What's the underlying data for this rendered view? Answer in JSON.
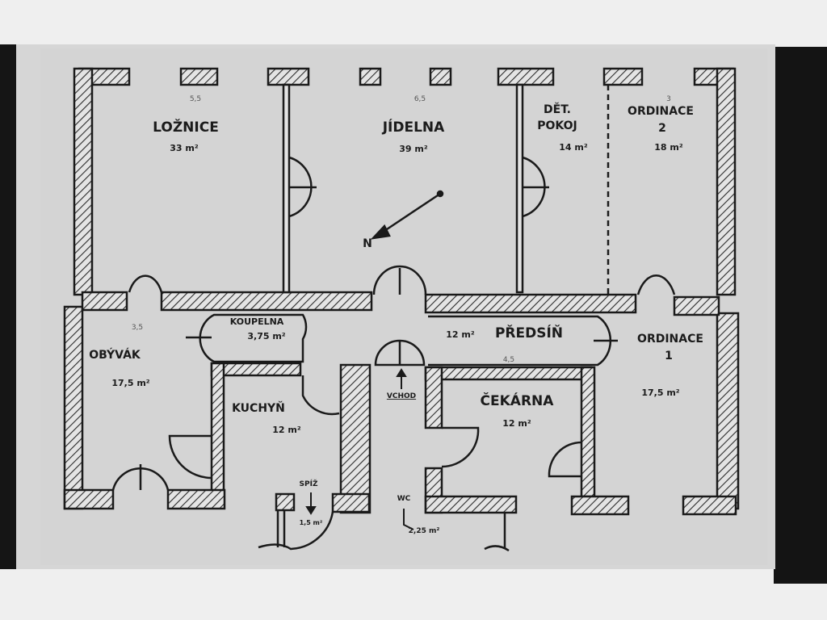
{
  "plan": {
    "rooms": [
      {
        "name": "LOŽNICE",
        "area": "33 m²"
      },
      {
        "name": "JÍDELNA",
        "area": "39 m²"
      },
      {
        "name": "DĚT.",
        "name2": "POKOJ",
        "area": "14 m²"
      },
      {
        "name": "ORDINACE",
        "name2": "2",
        "area": "18 m²"
      },
      {
        "name": "KOUPELNA",
        "area": "3,75 m²"
      },
      {
        "name": "PŘEDSÍŇ",
        "area": "12 m²"
      },
      {
        "name": "ORDINACE",
        "name2": "1",
        "area": "17,5 m²"
      },
      {
        "name": "OBÝVÁK",
        "area": "17,5 m²"
      },
      {
        "name": "KUCHYŇ",
        "area": "12 m²"
      },
      {
        "name": "ČEKÁRNA",
        "area": "12 m²"
      },
      {
        "name": "SPÍŽ",
        "area": "1,5 m²"
      },
      {
        "name": "WC",
        "area": "2,25 m²"
      }
    ],
    "entrance": "VCHOD",
    "north": "N",
    "dimensions": [
      "5,5",
      "6,5",
      "3,5",
      "4,5",
      "3"
    ]
  }
}
